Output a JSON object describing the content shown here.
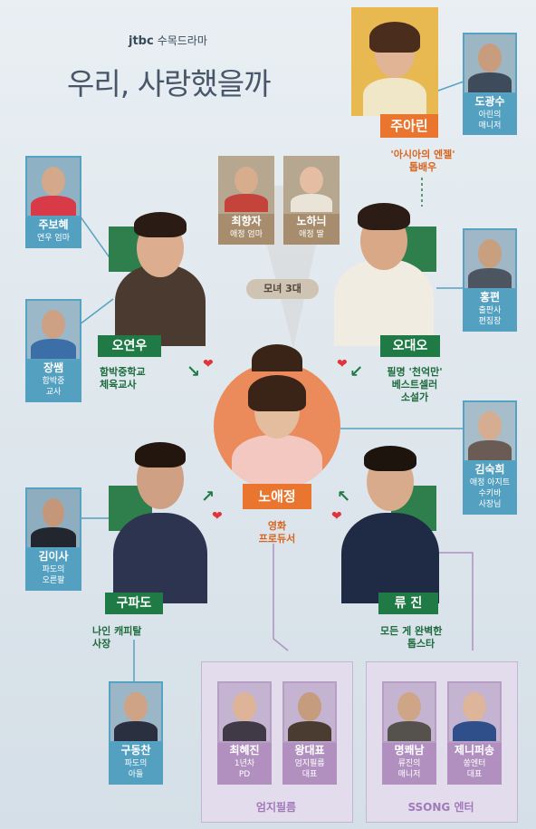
{
  "header": {
    "network": "jtbc",
    "slot": "수목드라마",
    "title": "우리, 사랑했을까"
  },
  "lead": {
    "name": "노애정",
    "desc": [
      "영화",
      "프로듀서"
    ]
  },
  "bond": "모녀 3대",
  "family": [
    {
      "id": "choi",
      "name": "최향자",
      "role": "애정 엄마"
    },
    {
      "id": "noha",
      "name": "노하늬",
      "role": "애정 딸"
    }
  ],
  "heroes": [
    {
      "id": "oh-yeonwoo",
      "name": "오연우",
      "desc": [
        "함박중학교",
        "체육교사"
      ]
    },
    {
      "id": "oh-daeo",
      "name": "오대오",
      "desc": [
        "필명 '천억만'",
        "베스트셀러",
        "소설가"
      ]
    },
    {
      "id": "gu-pado",
      "name": "구파도",
      "desc": [
        "나인 캐피탈",
        "사장"
      ]
    },
    {
      "id": "ryu-jin",
      "name": "류 진",
      "desc": [
        "모든 게 완벽한",
        "톱스타"
      ]
    }
  ],
  "star": {
    "name": "주아린",
    "desc": [
      "'아시아의 엔젤'",
      "톱배우"
    ]
  },
  "side": [
    {
      "id": "do",
      "name": "도광수",
      "role": [
        "아린의",
        "매니저"
      ]
    },
    {
      "id": "ju",
      "name": "주보혜",
      "role": [
        "연우 엄마"
      ]
    },
    {
      "id": "jang",
      "name": "장쌤",
      "role": [
        "함박중",
        "교사"
      ]
    },
    {
      "id": "hong",
      "name": "홍편",
      "role": [
        "출판사",
        "편집장"
      ]
    },
    {
      "id": "kim-s",
      "name": "김숙희",
      "role": [
        "애정 아지트",
        "수키바",
        "사장님"
      ]
    },
    {
      "id": "kim-i",
      "name": "김이사",
      "role": [
        "파도의",
        "오른팔"
      ]
    },
    {
      "id": "gu-d",
      "name": "구동찬",
      "role": [
        "파도의",
        "아들"
      ]
    }
  ],
  "groups": [
    {
      "id": "umji",
      "name": "엄지필름",
      "members": [
        {
          "name": "최혜진",
          "role": [
            "1년차",
            "PD"
          ]
        },
        {
          "name": "왕대표",
          "role": [
            "엄지필름",
            "대표"
          ]
        }
      ]
    },
    {
      "id": "ssong",
      "name": "SSONG 엔터",
      "members": [
        {
          "name": "명쾌남",
          "role": [
            "류진의",
            "매니저"
          ]
        },
        {
          "name": "제니퍼송",
          "role": [
            "쏭엔터",
            "대표"
          ]
        }
      ]
    }
  ],
  "colors": {
    "accent_orange": "#e9752f",
    "accent_green": "#1f7a45",
    "card_teal": "#53a0c0",
    "card_tan": "#a78d6e",
    "card_violet": "#b190c0",
    "heart": "#e2323c"
  },
  "icons": {
    "heart": "heart-icon",
    "arrow": "arrow-icon"
  }
}
